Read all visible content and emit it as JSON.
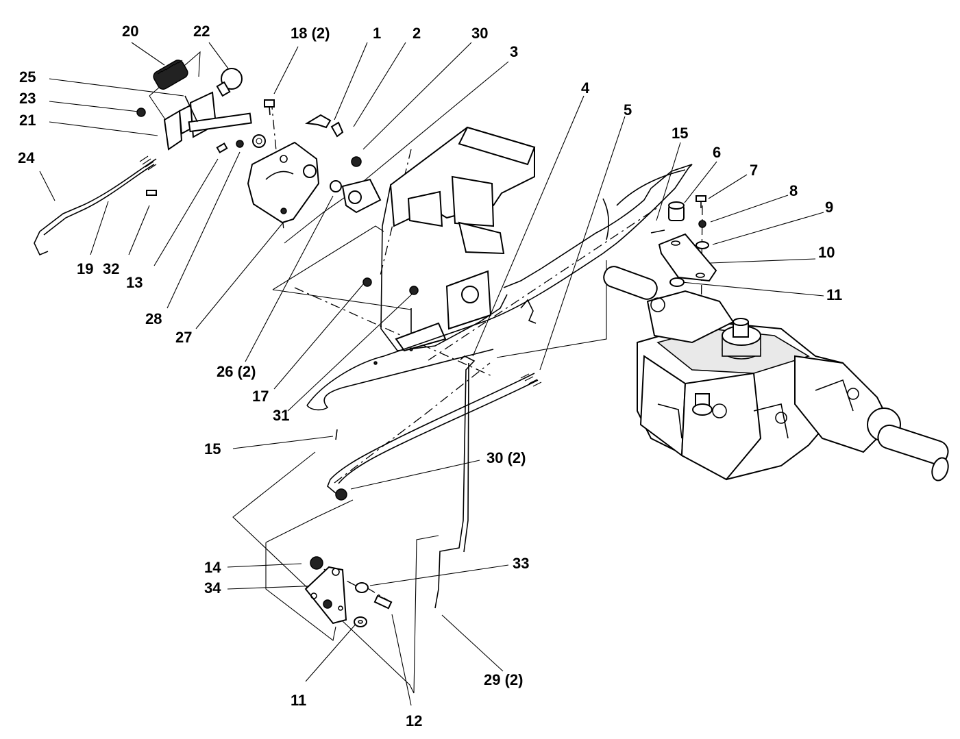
{
  "callouts": {
    "c20": "20",
    "c22": "22",
    "c18": "18 (2)",
    "c1": "1",
    "c2": "2",
    "c30a": "30",
    "c3": "3",
    "c25": "25",
    "c23": "23",
    "c21": "21",
    "c24": "24",
    "c19": "19",
    "c32": "32",
    "c13": "13",
    "c28": "28",
    "c27": "27",
    "c26": "26 (2)",
    "c17": "17",
    "c31": "31",
    "c4": "4",
    "c5": "5",
    "c15a": "15",
    "c6": "6",
    "c7": "7",
    "c8": "8",
    "c9": "9",
    "c10": "10",
    "c11a": "11",
    "c15b": "15",
    "c30b": "30 (2)",
    "c14": "14",
    "c34": "34",
    "c33": "33",
    "c29": "29 (2)",
    "c11b": "11",
    "c12": "12"
  },
  "colors": {
    "ink": "#000000",
    "paper": "#ffffff",
    "shade": "#e9e9e9"
  }
}
